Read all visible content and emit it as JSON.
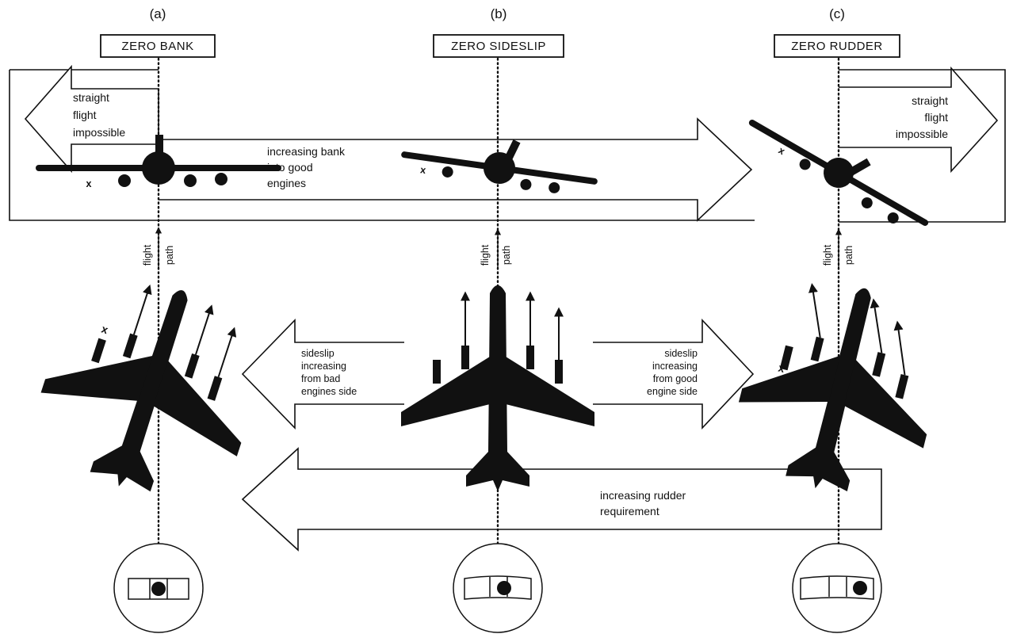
{
  "panels": [
    {
      "letter": "(a)",
      "title": "ZERO BANK"
    },
    {
      "letter": "(b)",
      "title": "ZERO SIDESLIP"
    },
    {
      "letter": "(c)",
      "title": "ZERO RUDDER"
    }
  ],
  "labels": {
    "straight_flight_left": [
      "straight",
      "flight",
      "impossible"
    ],
    "straight_flight_right": [
      "straight",
      "flight",
      "impossible"
    ],
    "bank": [
      "increasing bank",
      "into good",
      "engines"
    ],
    "sideslip_bad": [
      "sideslip",
      "increasing",
      "from bad",
      "engines side"
    ],
    "sideslip_good": [
      "sideslip",
      "increasing",
      "from good",
      "engine side"
    ],
    "rudder": [
      "increasing rudder",
      "requirement"
    ],
    "flight_path": [
      "flight",
      "path"
    ],
    "failed_engine_mark": "x"
  },
  "icons": {
    "front_aircraft": "aircraft-front-view-icon",
    "top_aircraft": "aircraft-top-view-icon",
    "thrust": "thrust-arrow-icon",
    "slip_ball": "slip-ball-indicator-icon"
  }
}
